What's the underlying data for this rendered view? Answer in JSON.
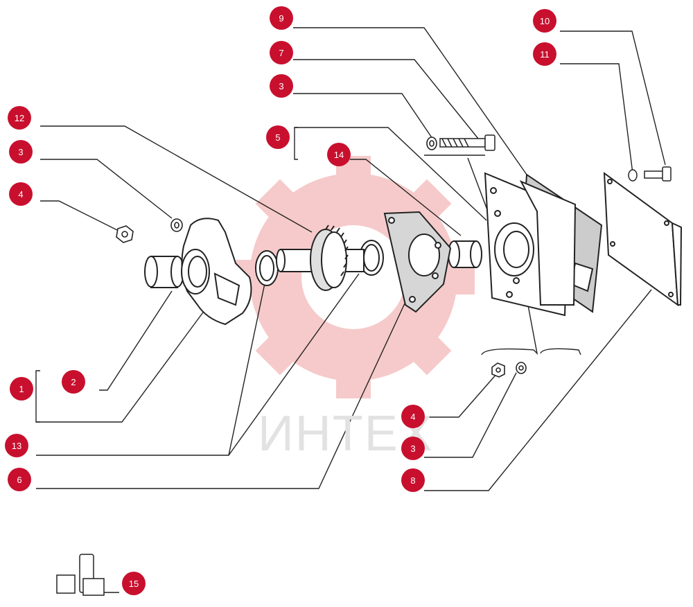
{
  "watermark": {
    "text": "ИНТЕХ"
  },
  "callouts": [
    "9",
    "10",
    "7",
    "11",
    "3",
    "12",
    "5",
    "14",
    "3",
    "4",
    "2",
    "1",
    "4",
    "3",
    "13",
    "8",
    "6",
    "15"
  ],
  "colors": {
    "badge": "#c8102e",
    "line": "#222222",
    "watermark_gear": "#f3b5b5",
    "watermark_text": "#e2e2e2"
  }
}
